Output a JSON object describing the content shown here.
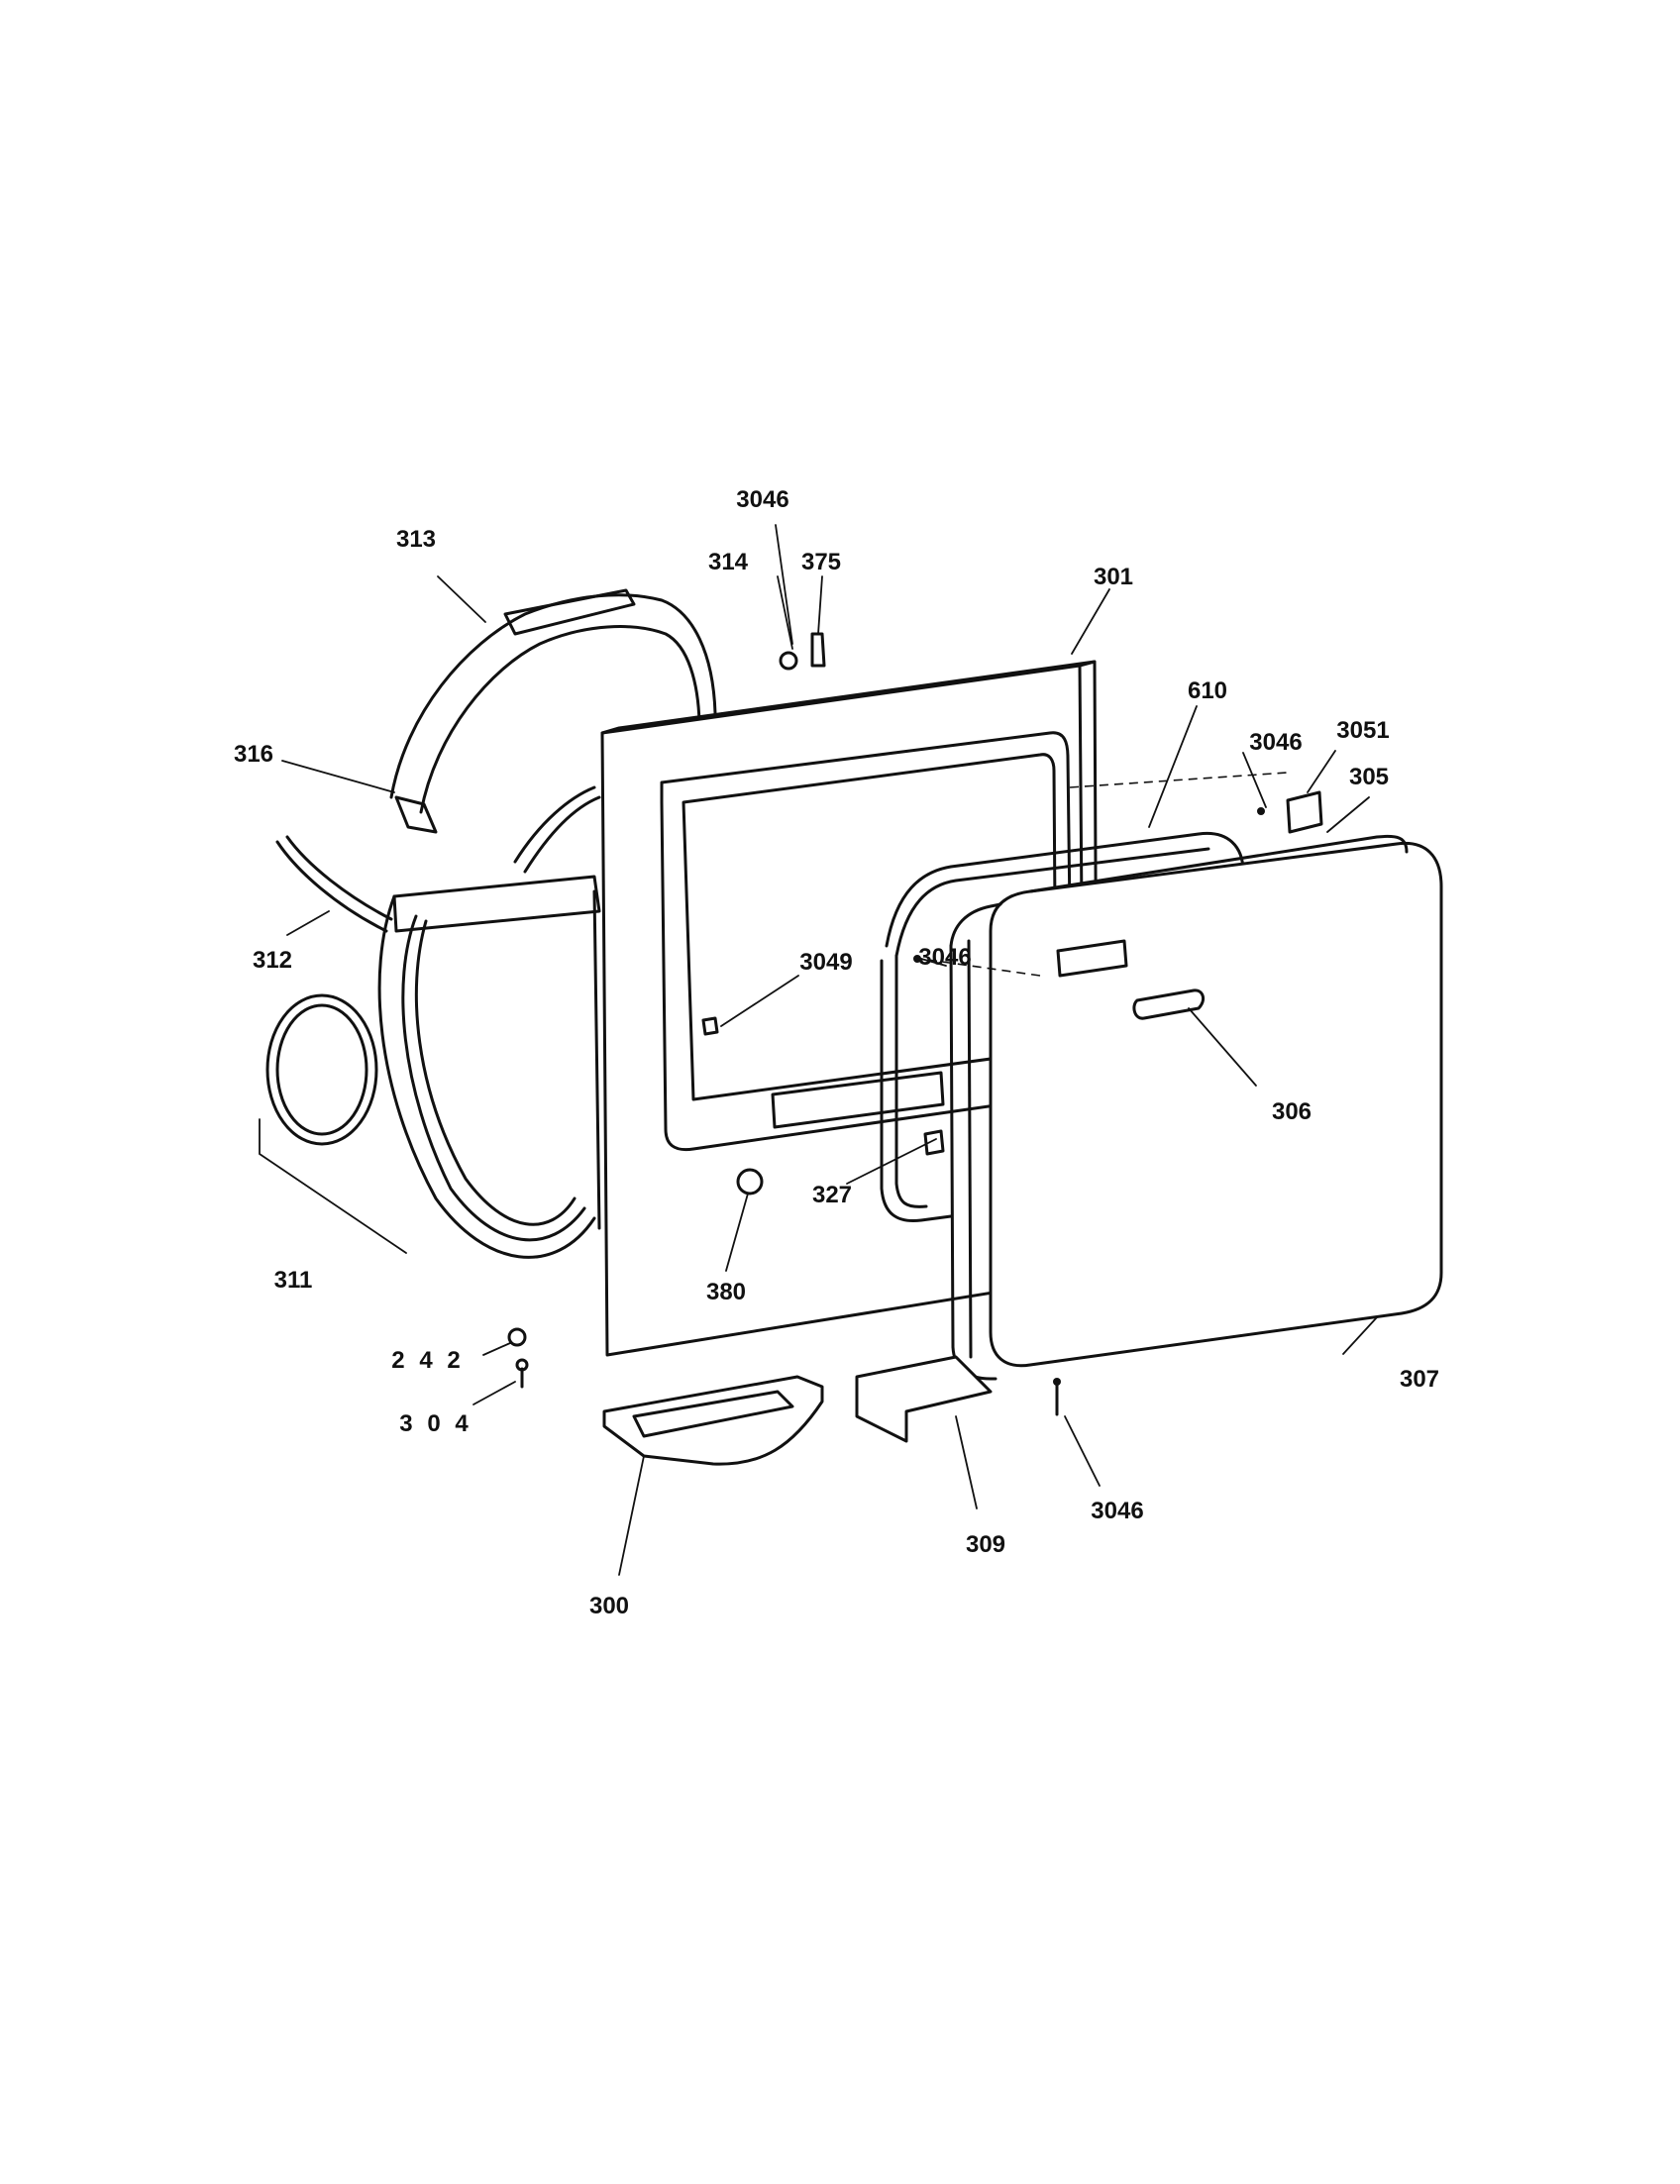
{
  "parts": {
    "p300": "300",
    "p301": "301",
    "p304": "3 0 4",
    "p305": "305",
    "p306": "306",
    "p307": "307",
    "p309": "309",
    "p311": "311",
    "p312": "312",
    "p313": "313",
    "p314": "314",
    "p316": "316",
    "p327": "327",
    "p375": "375",
    "p380": "380",
    "p610": "610",
    "p242": "2 4 2",
    "p3046_top": "3046",
    "p3046_right": "3046",
    "p3046_mid": "3046",
    "p3046_bottom": "3046",
    "p3049": "3049",
    "p3051": "3051"
  }
}
